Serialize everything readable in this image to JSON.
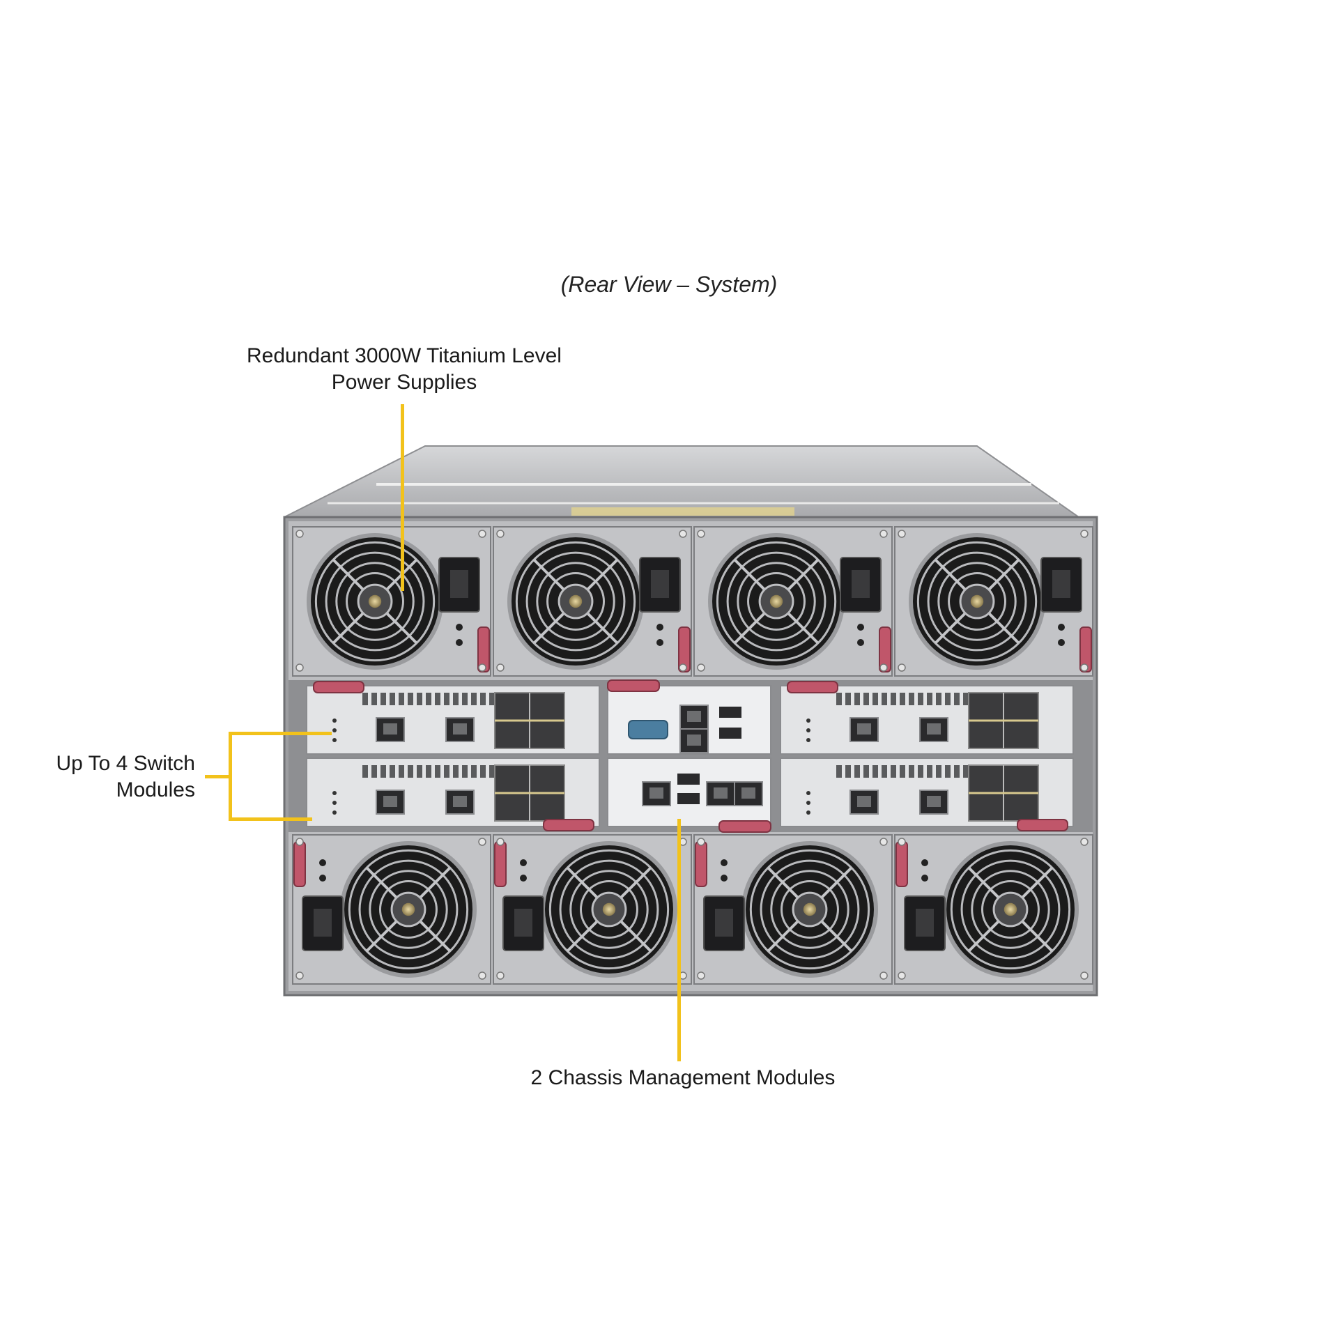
{
  "caption": "(Rear View – System)",
  "callouts": {
    "psu": {
      "line1": "Redundant 3000W Titanium Level",
      "line2": "Power Supplies"
    },
    "switch": {
      "line1": "Up To 4 Switch",
      "line2": "Modules"
    },
    "cmm": {
      "text": "2 Chassis Management Modules"
    }
  },
  "colors": {
    "leader": "#f2c21b",
    "chassis": "#c9cacc",
    "fan_dark": "#1b1b1b",
    "latch": "#c0566a",
    "module": "#e3e4e6"
  },
  "chassis": {
    "psu_count": 8,
    "switch_module_count": 4,
    "cmm_count": 2
  }
}
